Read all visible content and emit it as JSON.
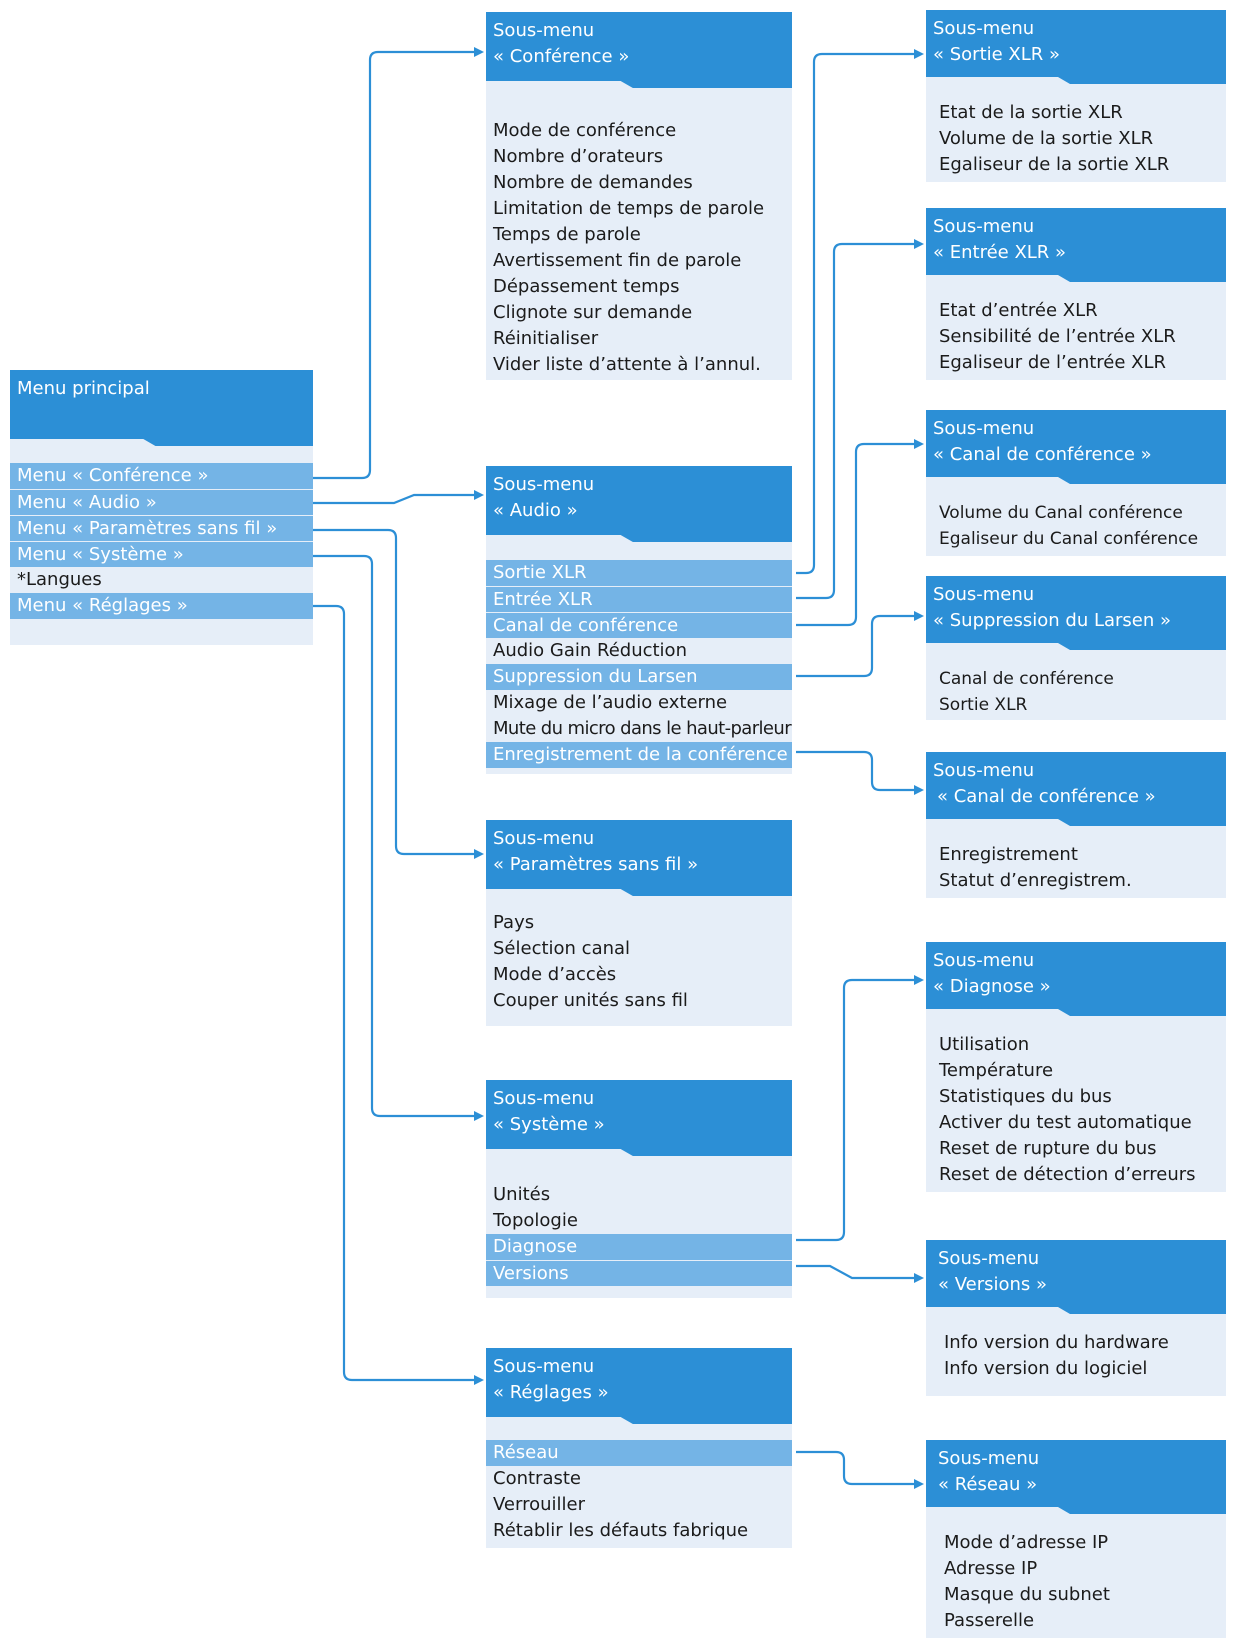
{
  "main_menu": {
    "title": "Menu principal",
    "items": [
      {
        "label": "Menu « Conférence »",
        "highlight": true
      },
      {
        "label": "Menu « Audio »",
        "highlight": true
      },
      {
        "label": "Menu « Paramètres sans fil »",
        "highlight": true
      },
      {
        "label": "Menu « Système »",
        "highlight": true
      },
      {
        "label": "*Langues",
        "highlight": false
      },
      {
        "label": "Menu « Réglages »",
        "highlight": true
      }
    ]
  },
  "sub_conference": {
    "line1": "Sous-menu",
    "line2": "« Conférence »",
    "items": [
      "Mode de conférence",
      "Nombre d’orateurs",
      "Nombre de demandes",
      "Limitation de temps de parole",
      "Temps de parole",
      "Avertissement fin de parole",
      "Dépassement temps",
      "Clignote sur demande",
      "Réinitialiser",
      "Vider liste d’attente à l’annul."
    ]
  },
  "sub_audio": {
    "line1": "Sous-menu",
    "line2": "« Audio »",
    "items": [
      {
        "label": "Sortie XLR",
        "highlight": true
      },
      {
        "label": "Entrée XLR",
        "highlight": true
      },
      {
        "label": "Canal de conférence",
        "highlight": true
      },
      {
        "label": "Audio Gain Réduction",
        "highlight": false
      },
      {
        "label": "Suppression du Larsen",
        "highlight": true
      },
      {
        "label": "Mixage de l’audio externe",
        "highlight": false
      },
      {
        "label": "Mute du micro dans le haut-parleur",
        "highlight": false
      },
      {
        "label": "Enregistrement de la conférence",
        "highlight": true
      }
    ]
  },
  "sub_wireless": {
    "line1": "Sous-menu",
    "line2": "« Paramètres sans fil »",
    "items": [
      "Pays",
      "Sélection canal",
      "Mode d’accès",
      "Couper unités sans fil"
    ]
  },
  "sub_system": {
    "line1": "Sous-menu",
    "line2": "« Système »",
    "items": [
      {
        "label": "Unités",
        "highlight": false
      },
      {
        "label": "Topologie",
        "highlight": false
      },
      {
        "label": "Diagnose",
        "highlight": true
      },
      {
        "label": "Versions",
        "highlight": true
      }
    ]
  },
  "sub_settings": {
    "line1": "Sous-menu",
    "line2": "« Réglages »",
    "items": [
      {
        "label": "Réseau",
        "highlight": true
      },
      {
        "label": "Contraste",
        "highlight": false
      },
      {
        "label": "Verrouiller",
        "highlight": false
      },
      {
        "label": "Rétablir les défauts fabrique",
        "highlight": false
      }
    ]
  },
  "sub_xlr_out": {
    "line1": "Sous-menu",
    "line2": "« Sortie XLR »",
    "items": [
      "Etat de la sortie XLR",
      "Volume de la sortie XLR",
      "Egaliseur de la sortie XLR"
    ]
  },
  "sub_xlr_in": {
    "line1": "Sous-menu",
    "line2": "« Entrée XLR »",
    "items": [
      "Etat d’entrée XLR",
      "Sensibilité de l’entrée XLR",
      "Egaliseur de l’entrée XLR"
    ]
  },
  "sub_conf_channel": {
    "line1": "Sous-menu",
    "line2": "« Canal de conférence »",
    "items": [
      "Volume du Canal conférence",
      "Egaliseur du Canal conférence"
    ]
  },
  "sub_larsen": {
    "line1": "Sous-menu",
    "line2": "« Suppression du Larsen »",
    "items": [
      "Canal de conférence",
      "Sortie XLR"
    ]
  },
  "sub_recording": {
    "line1": "Sous-menu",
    "line2": "« Canal de conférence »",
    "items": [
      "Enregistrement",
      "Statut d’enregistrem."
    ]
  },
  "sub_diagnose": {
    "line1": "Sous-menu",
    "line2": "« Diagnose »",
    "items": [
      "Utilisation",
      "Température",
      "Statistiques du bus",
      "Activer du test automatique",
      "Reset de rupture du bus",
      "Reset de détection d’erreurs"
    ]
  },
  "sub_versions": {
    "line1": "Sous-menu",
    "line2": "« Versions »",
    "items": [
      "Info version du hardware",
      "Info version du logiciel"
    ]
  },
  "sub_network": {
    "line1": "Sous-menu",
    "line2": "« Réseau »",
    "items": [
      "Mode d’adresse IP",
      "Adresse IP",
      "Masque du subnet",
      "Passerelle"
    ]
  }
}
